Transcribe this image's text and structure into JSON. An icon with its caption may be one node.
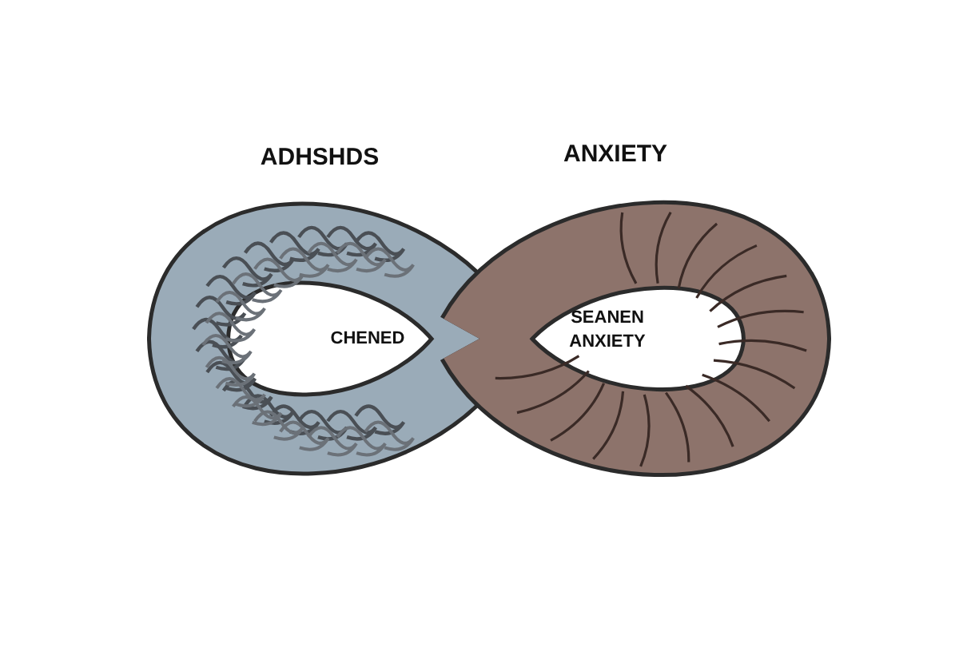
{
  "diagram": {
    "labels": [
      "ADHSHDS",
      "ANXIETY",
      "CHENED",
      "SEANEN ANXIETY"
    ]
  }
}
